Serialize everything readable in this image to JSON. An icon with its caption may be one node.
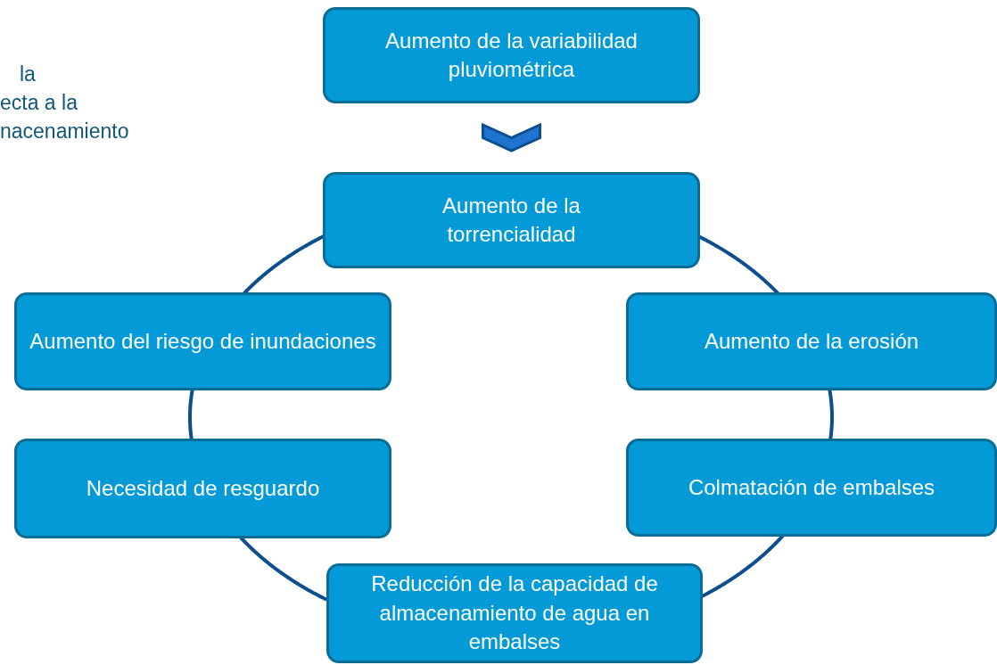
{
  "diagram": {
    "nodes": [
      {
        "text": [
          "Aumento de la variabilidad pluviométrica"
        ]
      },
      {
        "text": [
          "Aumento de la torrencialidad"
        ]
      },
      {
        "text": [
          "Aumento de la erosión"
        ]
      },
      {
        "text": [
          "Colmatación de embalses"
        ]
      },
      {
        "text": [
          "Reducción de la capacidad de almacenamiento de agua en embalses"
        ]
      },
      {
        "text": [
          "Necesidad de resguardo"
        ]
      },
      {
        "text": [
          "Aumento del riesgo de inundaciones"
        ]
      }
    ],
    "edges": [
      {
        "from": 0,
        "to": 1,
        "arrow": "to"
      },
      {
        "from": 1,
        "to": 2,
        "arrow": "none"
      },
      {
        "from": 2,
        "to": 3,
        "arrow": "none"
      },
      {
        "from": 3,
        "to": 4,
        "arrow": "none"
      },
      {
        "from": 4,
        "to": 5,
        "arrow": "none"
      },
      {
        "from": 5,
        "to": 6,
        "arrow": "none"
      },
      {
        "from": 6,
        "to": 1,
        "arrow": "none"
      }
    ],
    "labels": [
      "la",
      "ecta a la",
      "nacenamiento"
    ]
  }
}
